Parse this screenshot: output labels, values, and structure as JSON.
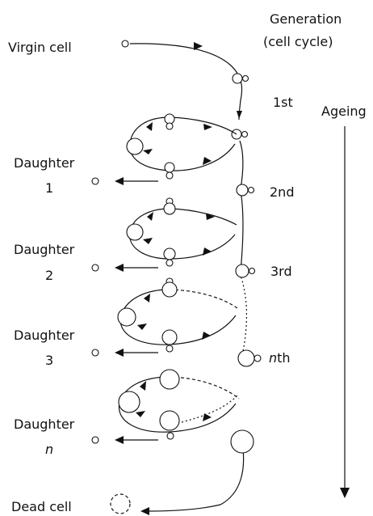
{
  "header": {
    "generation": "Generation",
    "cell_cycle": "(cell cycle)",
    "ageing": "Ageing"
  },
  "generations": {
    "first": "1st",
    "second": "2nd",
    "third": "3rd",
    "nth_prefix": "n",
    "nth_suffix": "th"
  },
  "labels": {
    "virgin_cell": "Virgin cell",
    "daughter_1_title": "Daughter",
    "daughter_1_number": "1",
    "daughter_2_title": "Daughter",
    "daughter_2_number": "2",
    "daughter_3_title": "Daughter",
    "daughter_3_number": "3",
    "daughter_n_title": "Daughter",
    "daughter_n_number": "n",
    "dead_cell": "Dead cell"
  },
  "colors": {
    "ink": "#111111",
    "background": "#ffffff"
  }
}
